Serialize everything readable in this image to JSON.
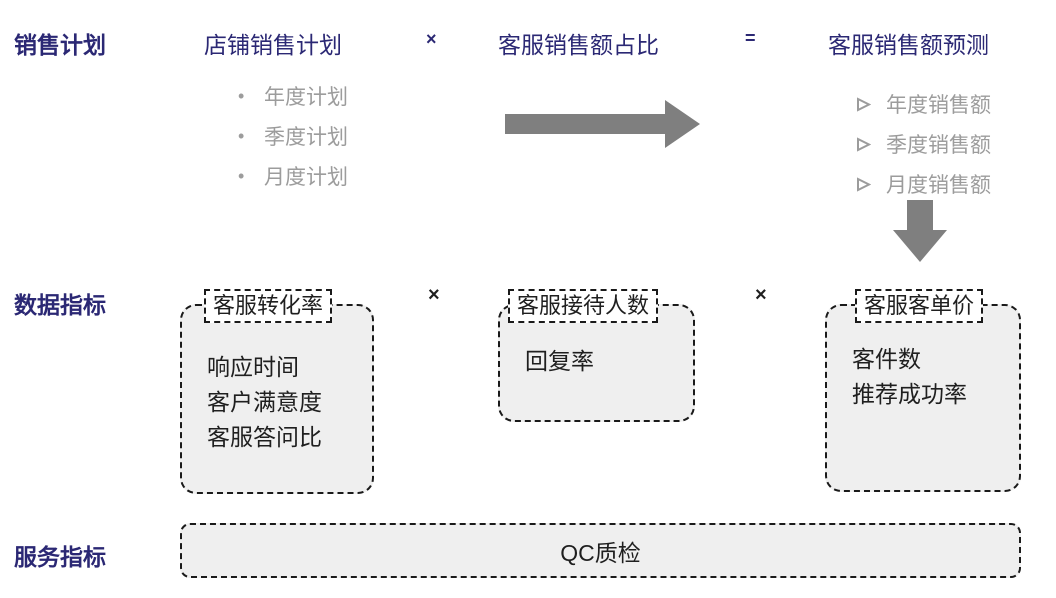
{
  "colors": {
    "heading_navy": "#2b2874",
    "muted_gray": "#9c9c9c",
    "arrow_gray": "#7f7f7f",
    "box_fill": "#efefef",
    "box_border": "#1a1a1a",
    "body_black": "#1f1f1f",
    "background": "#ffffff"
  },
  "plan_row": {
    "label": "销售计划",
    "term_store_plan": "店铺销售计划",
    "multiply_sign": "×",
    "term_cs_share": "客服销售额占比",
    "equals_sign": "=",
    "term_cs_forecast": "客服销售额预测",
    "dot_bullet_char": "•",
    "store_plan_bullets": [
      "年度计划",
      "季度计划",
      "月度计划"
    ],
    "forecast_bullets": [
      "年度销售额",
      "季度销售额",
      "月度销售额"
    ],
    "icons": {
      "flow_right_arrow": "right-arrow",
      "flow_down_arrow": "down-arrow",
      "forecast_bullet_marker": "arrowhead-right"
    }
  },
  "data_row": {
    "label": "数据指标",
    "multiply_sign": "×",
    "boxes": [
      {
        "title": "客服转化率",
        "items": [
          "响应时间",
          "客户满意度",
          "客服答问比"
        ]
      },
      {
        "title": "客服接待人数",
        "items": [
          "回复率"
        ]
      },
      {
        "title": "客服客单价",
        "items": [
          "客件数",
          "推荐成功率"
        ]
      }
    ]
  },
  "service_row": {
    "label": "服务指标",
    "box_title": "QC质检"
  }
}
